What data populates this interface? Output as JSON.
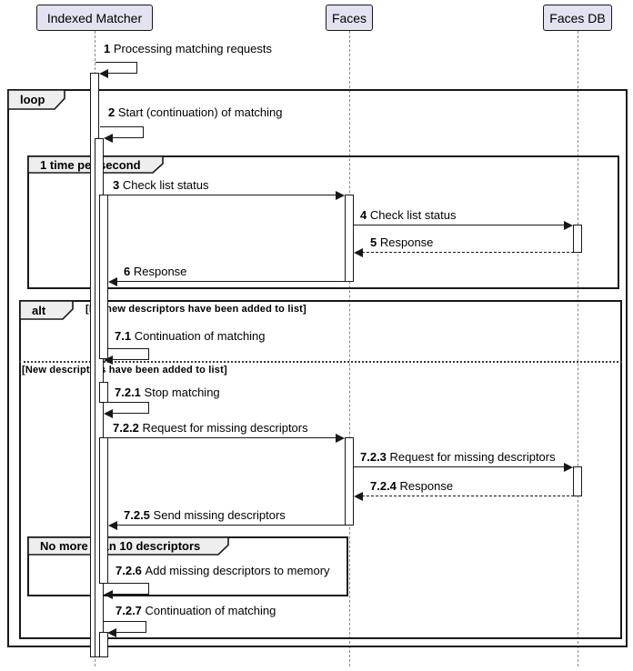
{
  "diagram_type": "uml-sequence-diagram",
  "participants": [
    {
      "name": "Indexed Matcher"
    },
    {
      "name": "Faces"
    },
    {
      "name": "Faces DB"
    }
  ],
  "frames": [
    {
      "type": "loop",
      "label": "loop"
    },
    {
      "type": "group",
      "label": "1 time per second"
    },
    {
      "type": "alt",
      "label": "alt",
      "guards": [
        "[No new descriptors have been added to list]",
        "[New descriptors have been added to list]"
      ]
    },
    {
      "type": "group",
      "label": "No more than 10 descriptors"
    }
  ],
  "messages": [
    {
      "num": "1",
      "text": "Processing matching requests",
      "kind": "self",
      "from": "Indexed Matcher",
      "to": "Indexed Matcher"
    },
    {
      "num": "2",
      "text": "Start (continuation) of matching",
      "kind": "self",
      "from": "Indexed Matcher",
      "to": "Indexed Matcher"
    },
    {
      "num": "3",
      "text": "Check list status",
      "kind": "solid",
      "from": "Indexed Matcher",
      "to": "Faces"
    },
    {
      "num": "4",
      "text": "Check list status",
      "kind": "solid",
      "from": "Faces",
      "to": "Faces DB"
    },
    {
      "num": "5",
      "text": "Response",
      "kind": "dashed",
      "from": "Faces DB",
      "to": "Faces"
    },
    {
      "num": "6",
      "text": "Response",
      "kind": "solid",
      "from": "Faces",
      "to": "Indexed Matcher"
    },
    {
      "num": "7.1",
      "text": "Continuation of matching",
      "kind": "self",
      "from": "Indexed Matcher",
      "to": "Indexed Matcher"
    },
    {
      "num": "7.2.1",
      "text": "Stop matching",
      "kind": "self",
      "from": "Indexed Matcher",
      "to": "Indexed Matcher"
    },
    {
      "num": "7.2.2",
      "text": "Request for missing descriptors",
      "kind": "solid",
      "from": "Indexed Matcher",
      "to": "Faces"
    },
    {
      "num": "7.2.3",
      "text": "Request for missing descriptors",
      "kind": "solid",
      "from": "Faces",
      "to": "Faces DB"
    },
    {
      "num": "7.2.4",
      "text": "Response",
      "kind": "dashed",
      "from": "Faces DB",
      "to": "Faces"
    },
    {
      "num": "7.2.5",
      "text": "Send missing descriptors",
      "kind": "solid",
      "from": "Faces",
      "to": "Indexed Matcher"
    },
    {
      "num": "7.2.6",
      "text": "Add missing descriptors to memory",
      "kind": "self",
      "from": "Indexed Matcher",
      "to": "Indexed Matcher"
    },
    {
      "num": "7.2.7",
      "text": "Continuation of matching",
      "kind": "self",
      "from": "Indexed Matcher",
      "to": "Indexed Matcher"
    }
  ],
  "colors": {
    "participant_fill": "#E2E2F0",
    "frame_header_fill": "#EEEEEE",
    "border": "#181818",
    "lifeline": "#8A8A8A",
    "background": "#FFFFFF"
  }
}
